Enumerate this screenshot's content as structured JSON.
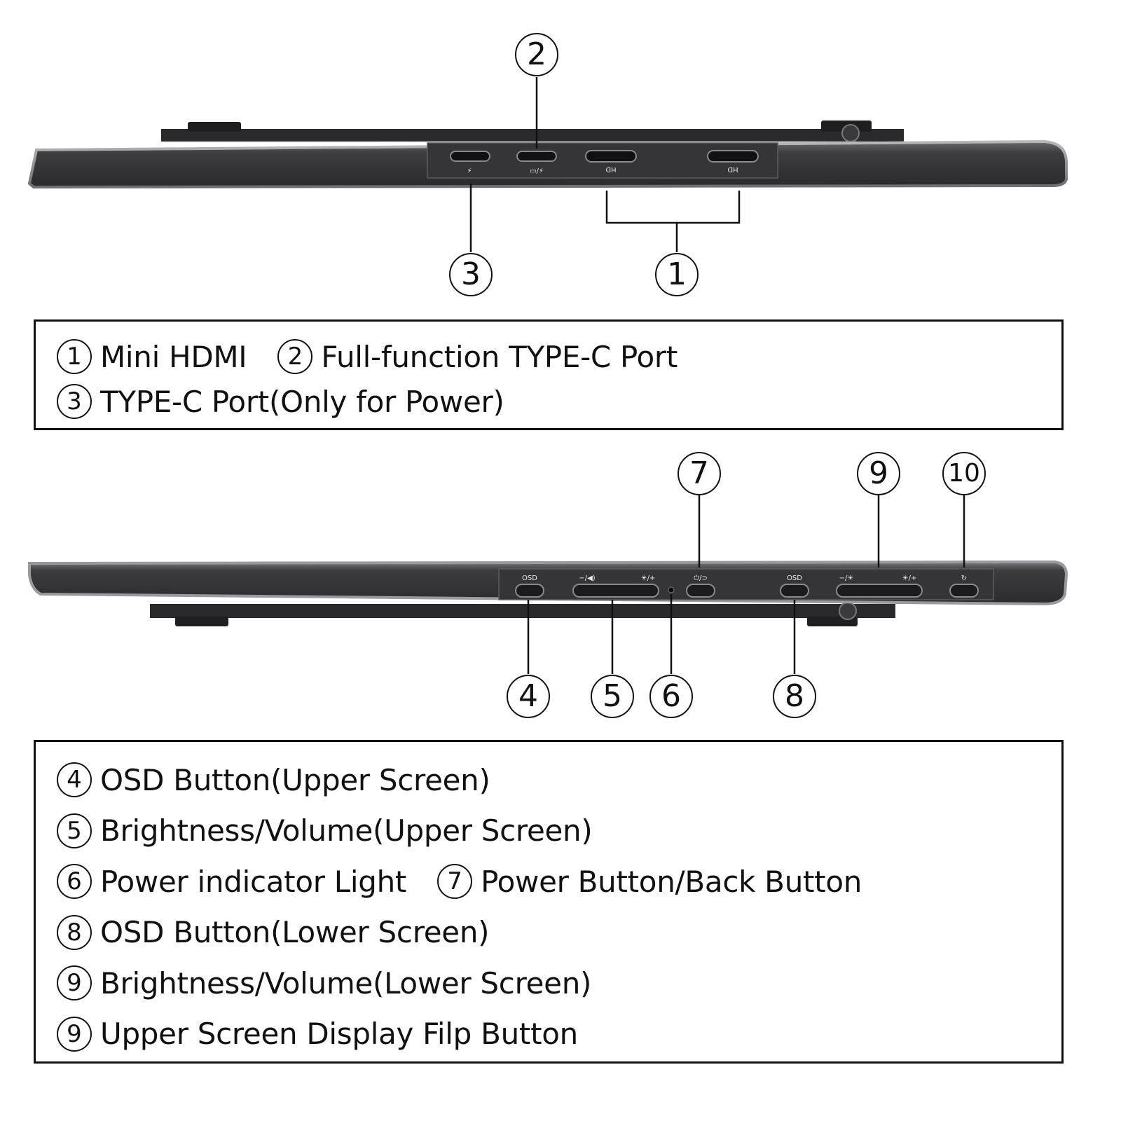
{
  "callouts": {
    "top": [
      "2",
      "3",
      "1"
    ],
    "bottom": [
      "7",
      "9",
      "10",
      "4",
      "5",
      "6",
      "8"
    ]
  },
  "port_marks": {
    "hdmi": "HD",
    "osd": "OSD",
    "vol_minus": "−/◀)",
    "bright_plus": "☀/+",
    "bright_minus": "−/☀",
    "power": "⏻/⊃"
  },
  "legend_top": {
    "rows": [
      [
        {
          "n": "1",
          "text": "Mini HDMI"
        },
        {
          "n": "2",
          "text": "Full-function TYPE-C Port"
        }
      ],
      [
        {
          "n": "3",
          "text": "TYPE-C Port(Only for Power)"
        }
      ]
    ]
  },
  "legend_bottom": {
    "rows": [
      [
        {
          "n": "4",
          "text": "OSD Button(Upper Screen)"
        }
      ],
      [
        {
          "n": "5",
          "text": "Brightness/Volume(Upper Screen)"
        }
      ],
      [
        {
          "n": "6",
          "text": "Power indicator Light"
        },
        {
          "n": "7",
          "text": "Power Button/Back Button"
        }
      ],
      [
        {
          "n": "8",
          "text": "OSD Button(Lower Screen)"
        }
      ],
      [
        {
          "n": "9",
          "text": "Brightness/Volume(Lower Screen)"
        }
      ],
      [
        {
          "n": "9",
          "text": "Upper Screen Display Filp Button"
        }
      ]
    ]
  },
  "colors": {
    "device_body": "#3a3a3c",
    "device_edge": "#8a8a8e",
    "port": "#111111",
    "line": "#111111"
  }
}
